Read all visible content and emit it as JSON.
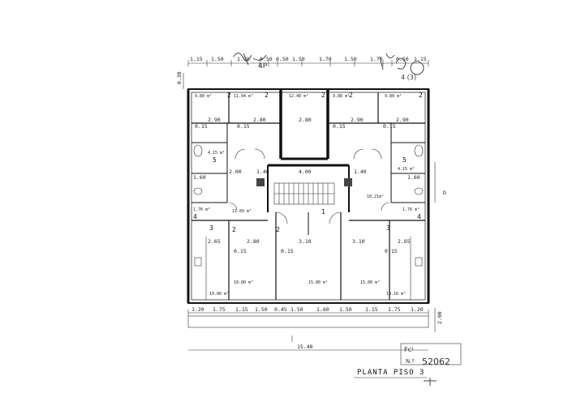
{
  "top_dimensions": [
    "1.15",
    "1.50",
    "1.70",
    "0.50",
    "0.50",
    "1.50",
    "1.70",
    "1.50",
    "1.70",
    "0.50",
    "1.15"
  ],
  "bottom_dimensions": [
    "1.20",
    "1.75",
    "1.15",
    "1.50",
    "0.45",
    "1.50",
    "1.60",
    "1.50",
    "1.15",
    "1.75",
    "1.20"
  ],
  "overall_dimension": "15.40",
  "right_dimension": "2.00",
  "left_dimension": "0.30",
  "areas": {
    "a1": "9.80 m²",
    "a2": "11.94 m²",
    "a3": "12.48 m²",
    "a4": "9.88 m²",
    "a5": "9.80 m²",
    "a6": "4.15 m²",
    "a7": "4.15 m²",
    "a8": "11.60 m²",
    "a9": "10.21m²",
    "a10": "1.76 m²",
    "a11": "1.76 m²",
    "a12": "10.80 m²",
    "a13": "15.80 m²",
    "a14": "15.00 m²",
    "a15": "10.80 m²",
    "a16": "10.16 m²"
  },
  "room_numbers": [
    "2",
    "2",
    "2",
    "2",
    "2",
    "5",
    "5",
    "4",
    "4",
    "3",
    "3",
    "1",
    "2",
    "2"
  ],
  "inner_dims": {
    "d290a": "2.90",
    "d280a": "2.80",
    "d280b": "2.80",
    "d290b": "2.90",
    "d400": "4.00",
    "d140a": "1.40",
    "d140b": "1.40",
    "d200": "2.00",
    "d265a": "2.65",
    "d280c": "2.80",
    "d310a": "3.10",
    "d310b": "3.10",
    "d265b": "2.65",
    "d015": "0.15",
    "d160a": "1.60",
    "d160b": "1.60"
  },
  "annotation_fc": "Fc¹",
  "stamp_number": "52062",
  "stamp_prefix": "N.º",
  "caption": "PLANTA  PISO 3",
  "handwriting": {
    "top_left": "4P",
    "top_right": "4 (3)"
  }
}
